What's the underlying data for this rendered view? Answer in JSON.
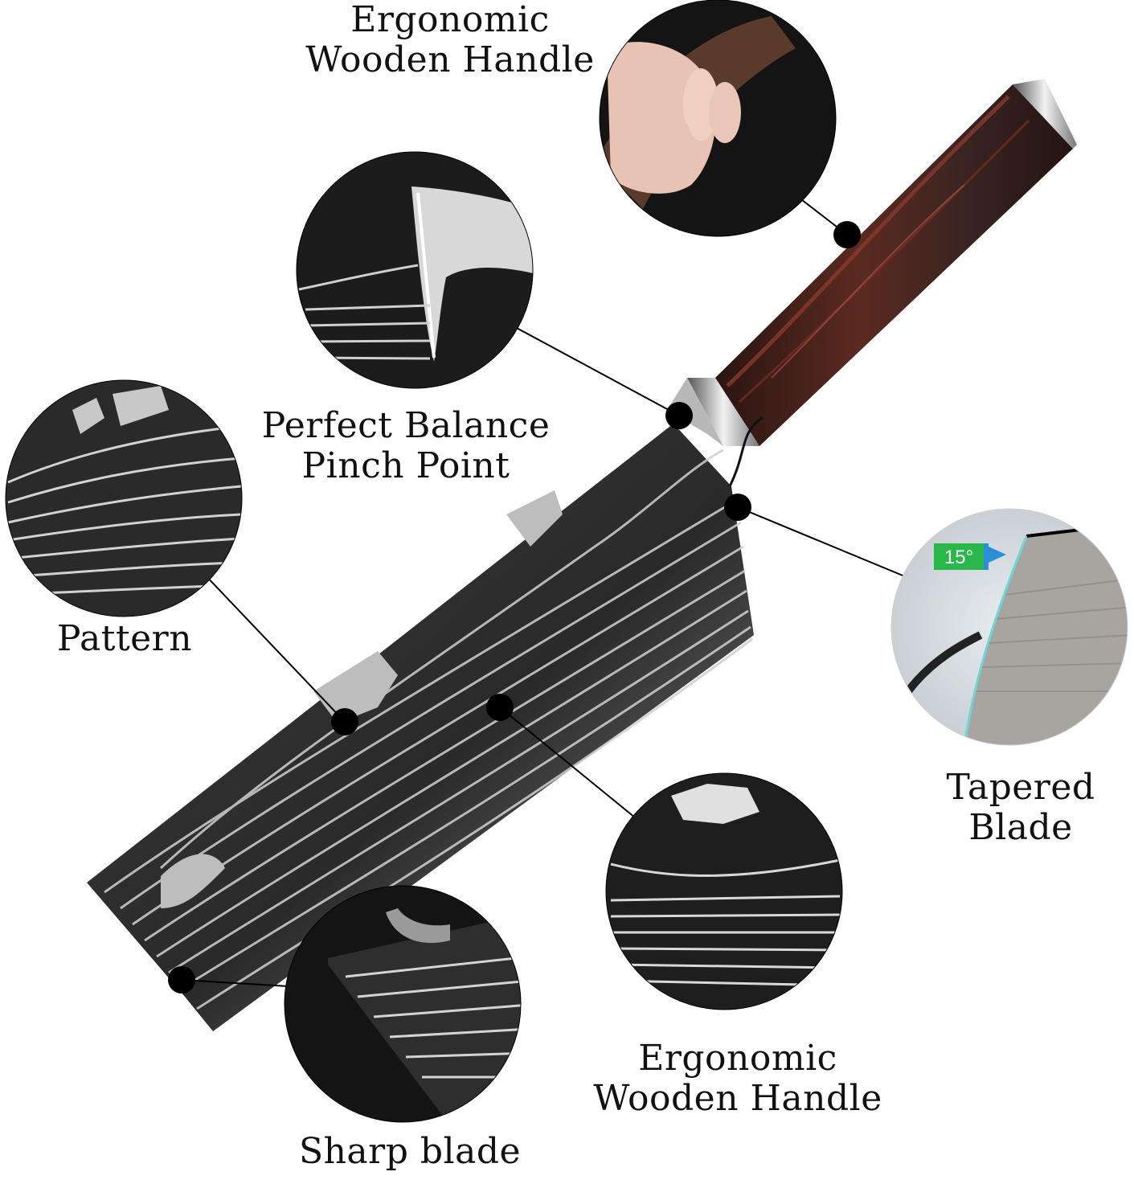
{
  "diagram": {
    "subject": "Nakiri kitchen knife with damascus-pattern blade and wooden handle",
    "colors": {
      "background": "#ffffff",
      "blade_dark": "#2b2b2b",
      "blade_pattern": "#c9c9c9",
      "handle_wood": "#3a1f1a",
      "handle_grain": "#8a3a2a",
      "bolster_steel": "#d8d8d8",
      "callout_circle": "#1a1a1a",
      "connector": "#000000",
      "angle_badge": "#2ab84a",
      "angle_badge_arrow": "#2a8fd8"
    },
    "callouts": [
      {
        "id": "handle-top",
        "lines": [
          "Ergonomic",
          "Wooden Handle"
        ],
        "image": "hand gripping wooden handle"
      },
      {
        "id": "balance",
        "lines": [
          "Perfect Balance",
          "Pinch Point"
        ],
        "image": "bolster close-up"
      },
      {
        "id": "pattern",
        "lines": [
          "Pattern"
        ],
        "image": "damascus pattern close-up"
      },
      {
        "id": "tapered",
        "lines": [
          "Tapered",
          "Blade"
        ],
        "image": "blade edge angle",
        "angle_badge": "15°"
      },
      {
        "id": "handle-bottom",
        "lines": [
          "Ergonomic",
          "Wooden Handle"
        ],
        "image": "blade surface close-up"
      },
      {
        "id": "sharp",
        "lines": [
          "Sharp blade"
        ],
        "image": "cutting edge close-up"
      }
    ]
  }
}
